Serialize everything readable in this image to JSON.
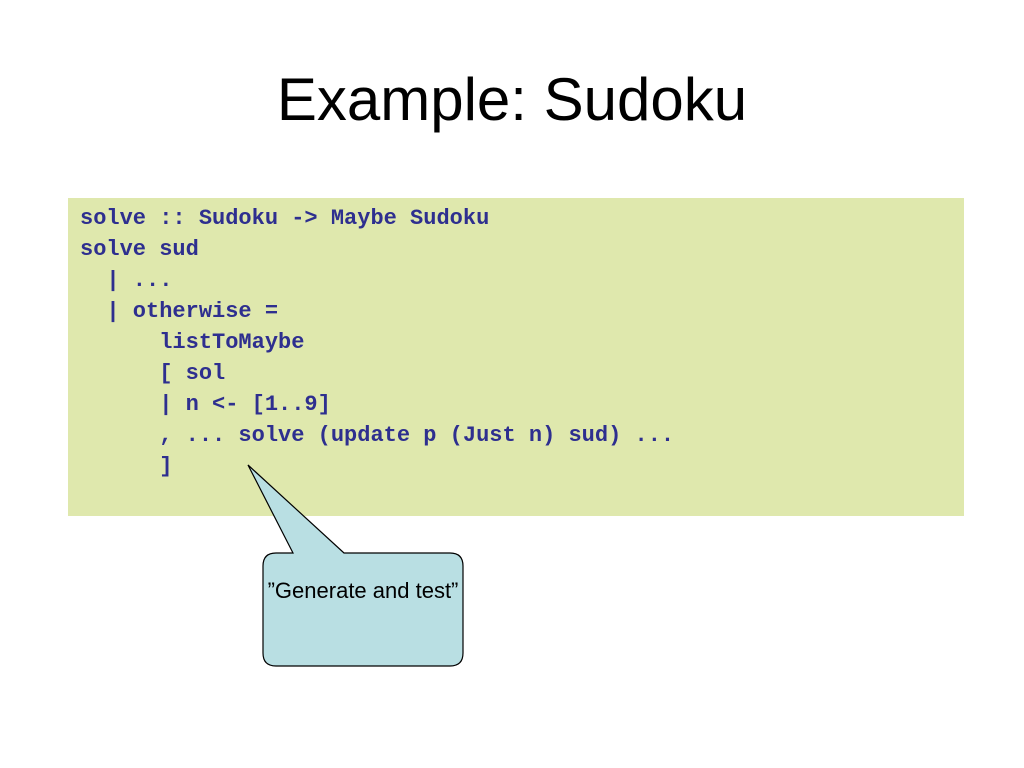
{
  "slide": {
    "title": "Example: Sudoku",
    "code_lines": [
      "solve :: Sudoku -> Maybe Sudoku",
      "solve sud",
      "  | ...",
      "  | otherwise =",
      "      listToMaybe",
      "      [ sol",
      "      | n <- [1..9]",
      "      , ... solve (update p (Just n) sud) ...",
      "      ]"
    ],
    "callout_text": "”Generate and test”"
  },
  "colors": {
    "code_background": "#dfe8ad",
    "code_text": "#2e2f8f",
    "callout_fill": "#b9dfe3"
  }
}
